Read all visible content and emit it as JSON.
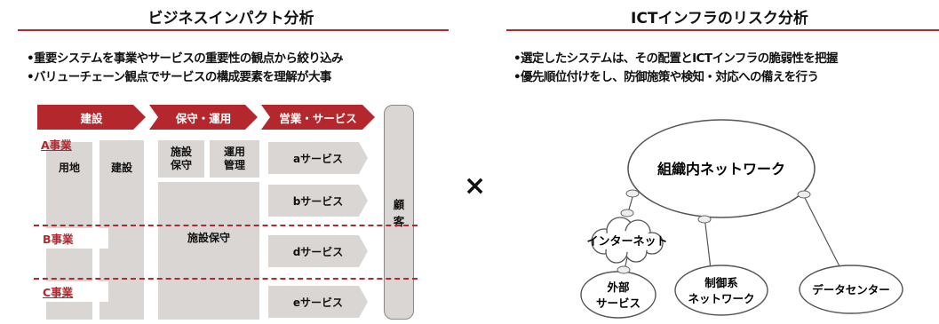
{
  "left": {
    "title": "ビジネスインパクト分析",
    "bullets": [
      "•重要システムを事業やサービスの重要性の観点から絞り込み",
      "•バリューチェーン観点でサービスの構成要素を理解が大事"
    ],
    "stages": [
      "建設",
      "保守・運用",
      "営業・サービス"
    ],
    "businesses": [
      "A事業",
      "B事業",
      "C事業"
    ],
    "columns": {
      "land": "用地",
      "construction": "建設",
      "facility_maintenance_top": "施設\n保守",
      "operation_management": "運用\n管理",
      "facility_maintenance": "施設保守"
    },
    "services": [
      "aサービス",
      "bサービス",
      "dサービス",
      "eサービス"
    ],
    "customer": [
      "顧",
      "客"
    ]
  },
  "cross_symbol": "×",
  "right": {
    "title": "ICTインフラのリスク分析",
    "bullets": [
      "•選定したシステムは、その配置とICTインフラの脆弱性を把握",
      "•優先順位付けをし、防御施策や検知・対応への備えを行う"
    ],
    "network": {
      "internal": "組織内ネットワーク",
      "internet": "インターネット",
      "external": [
        "外部",
        "サービス"
      ],
      "control": [
        "制御系",
        "ネットワーク"
      ],
      "datacenter": "データセンター"
    }
  },
  "colors": {
    "accent": "#b3272d",
    "gray_block": "#d9d6d3"
  }
}
